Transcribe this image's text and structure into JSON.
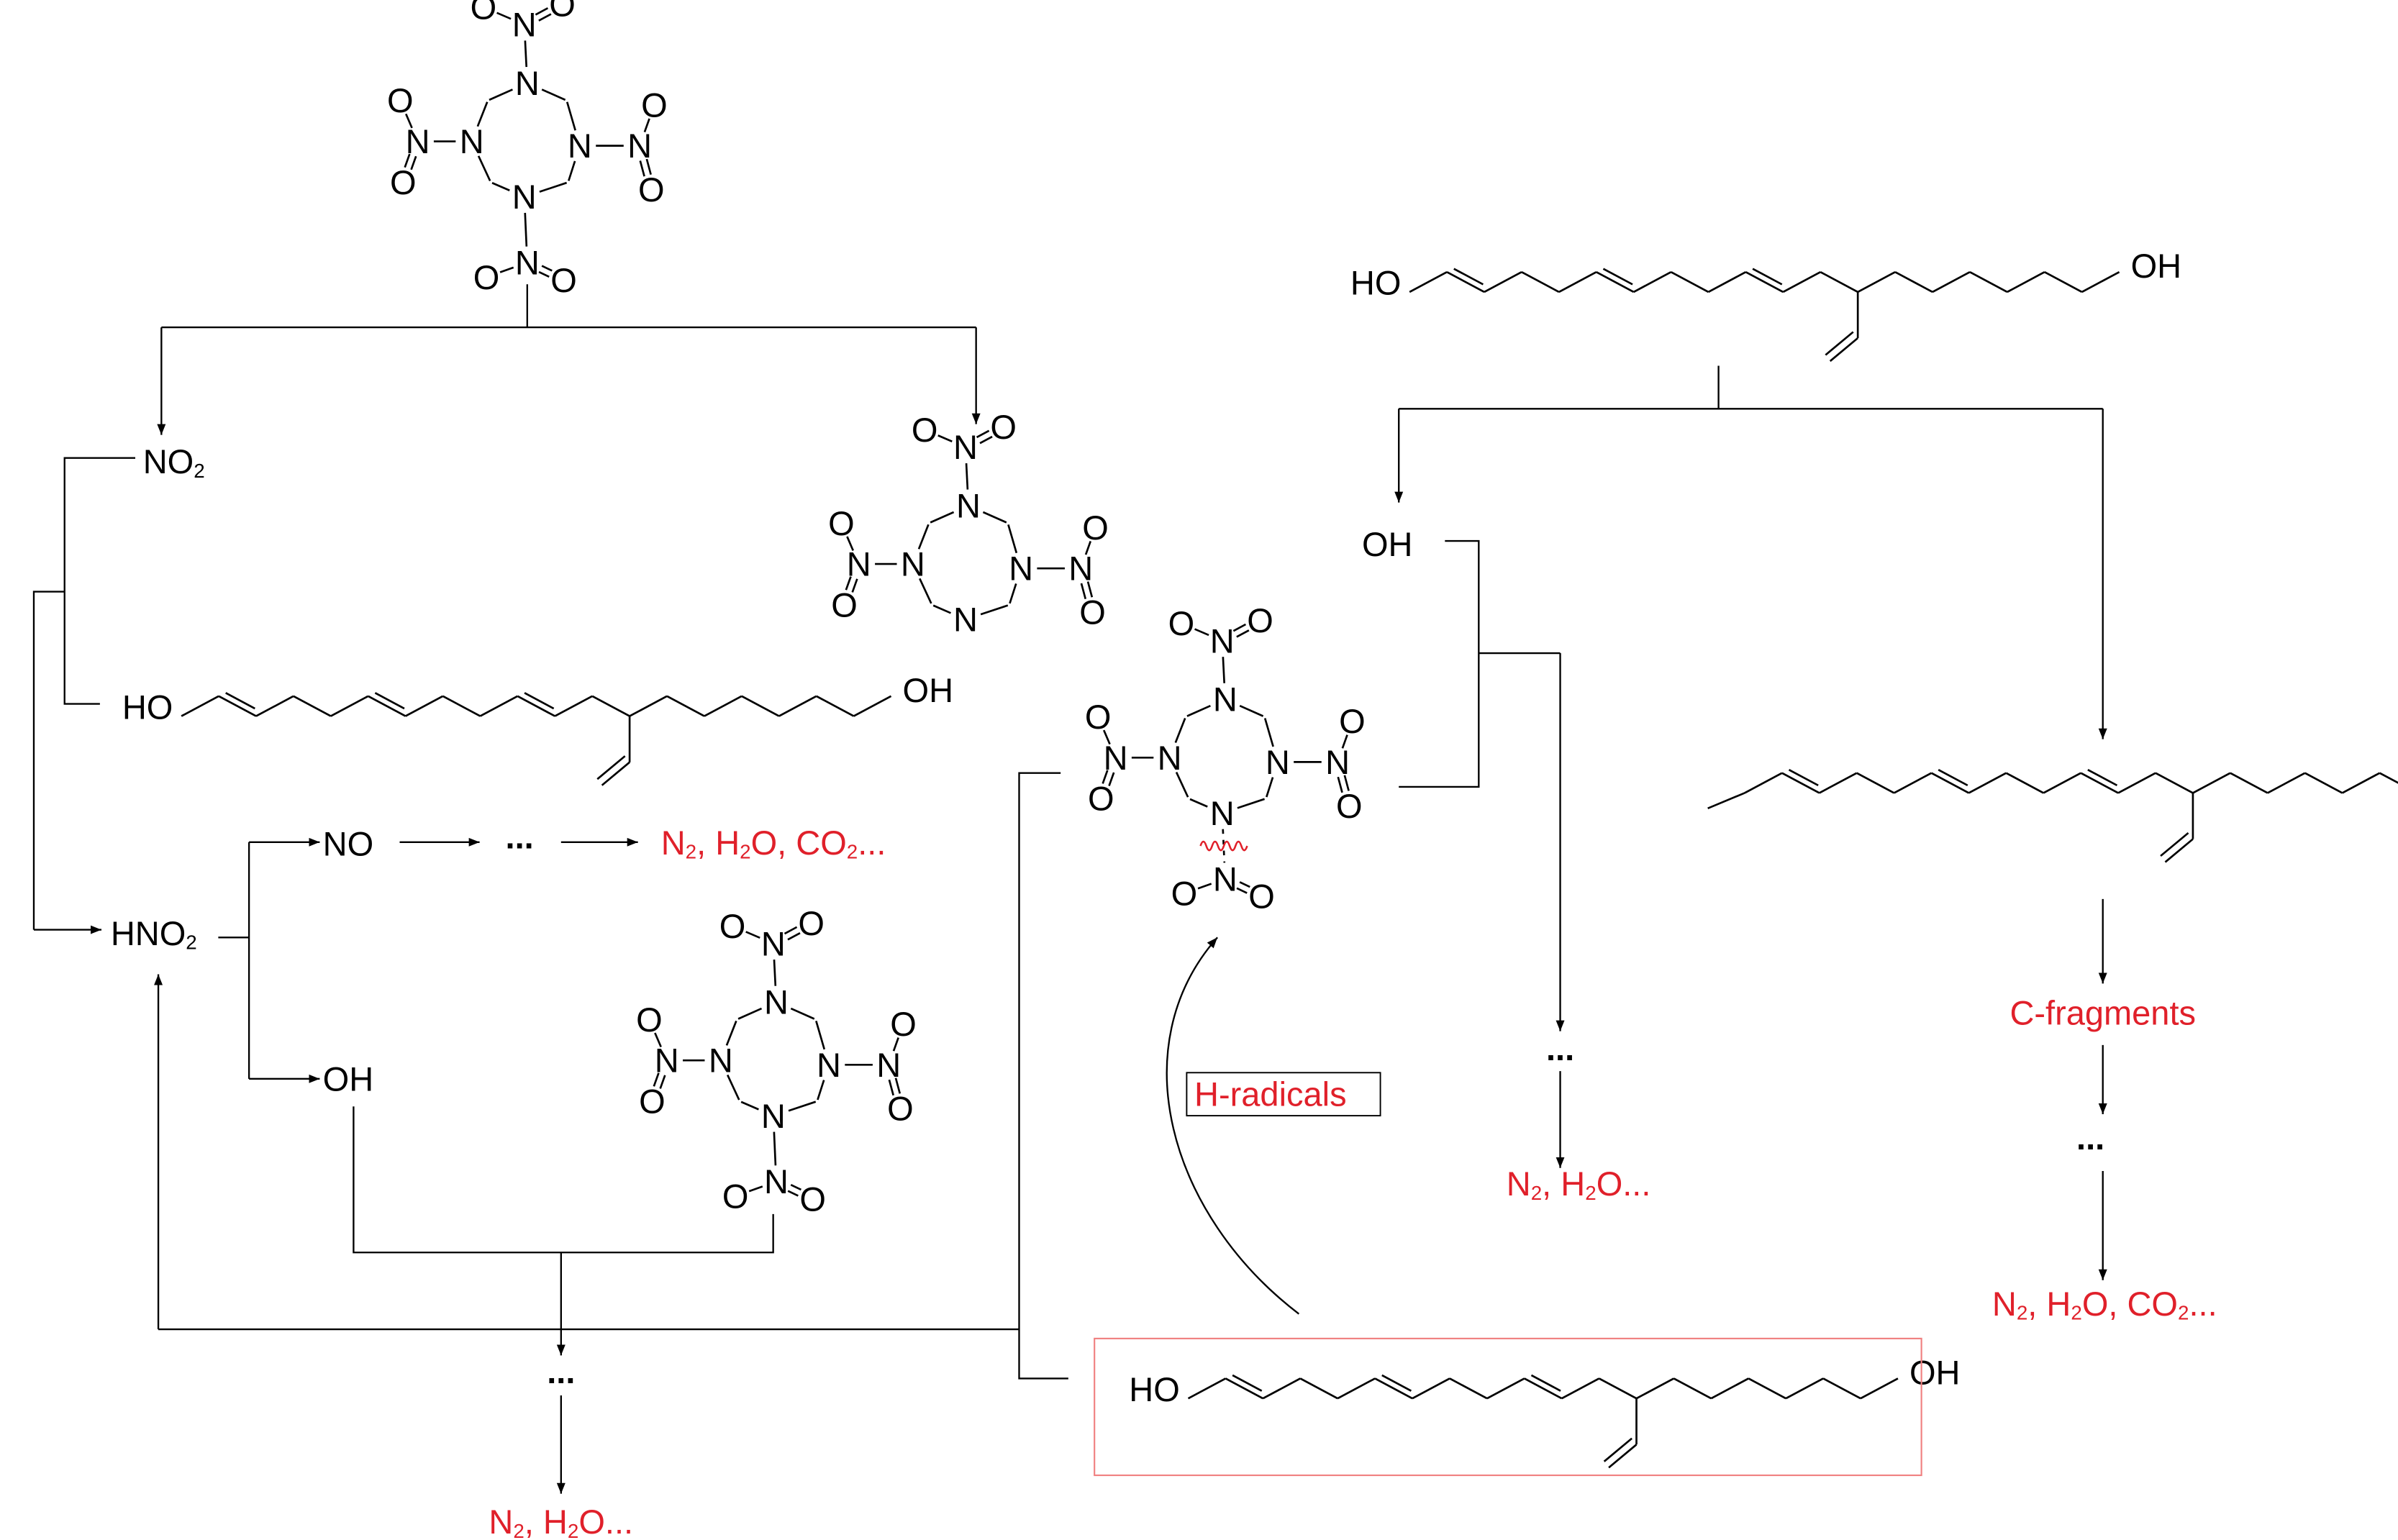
{
  "figure": {
    "type": "reaction-scheme",
    "colors": {
      "line": "#000000",
      "highlight": "#e0202a",
      "box_border": "#f08080"
    },
    "reactant_hmx": {
      "name": "HMX",
      "ring_atom": "N",
      "nitro_n": "N",
      "nitro_o": "O"
    },
    "reactant_htpb": {
      "name": "HTPB",
      "left_end": "HO",
      "right_end": "OH"
    },
    "species": {
      "no2": {
        "main": "NO",
        "sub": "2"
      },
      "hno2": {
        "main": "HNO",
        "sub": "2"
      },
      "no": "NO",
      "oh_left": "OH",
      "oh_right": "OH",
      "htpb_left_end": "HO",
      "htpb_right_end": "OH",
      "radical_right_end": "OH"
    },
    "ellipsis": "...",
    "products": {
      "no_path": {
        "parts": [
          "N",
          "2",
          ", H",
          "2",
          "O, CO",
          "2",
          "..."
        ]
      },
      "left_bottom": {
        "parts": [
          "N",
          "2",
          ", H",
          "2",
          "O..."
        ]
      },
      "mid_right": {
        "parts": [
          "N",
          "2",
          ", H",
          "2",
          "O..."
        ]
      },
      "far_right": {
        "parts": [
          "N",
          "2",
          ", H",
          "2",
          "O, CO",
          "2",
          "..."
        ]
      }
    },
    "labels": {
      "h_radicals": "H-radicals",
      "c_fragments": "C-fragments"
    }
  }
}
